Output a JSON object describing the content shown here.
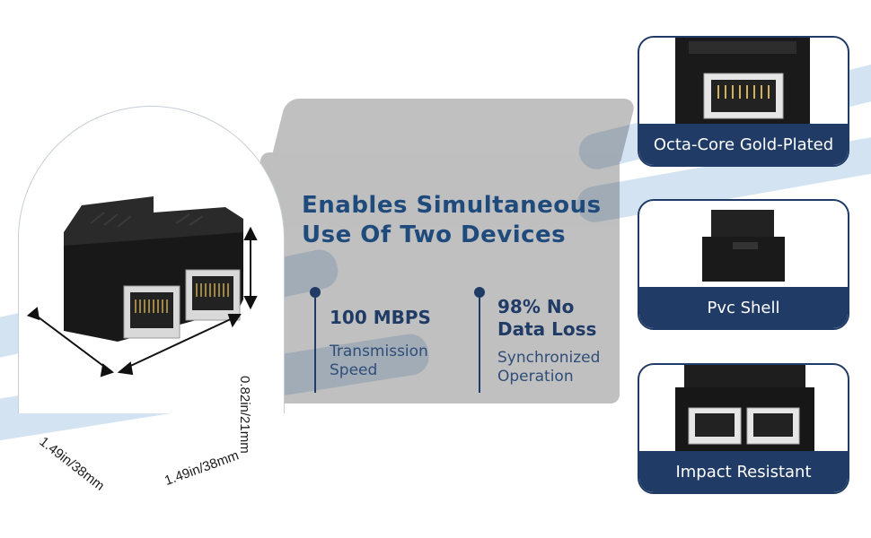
{
  "dimensions": {
    "height": "0.82in/21mm",
    "width_left": "1.49in/38mm",
    "width_right": "1.49in/38mm"
  },
  "headline": {
    "line1": "Enables Simultaneous",
    "line2": "Use Of Two Devices"
  },
  "specs": [
    {
      "value": "100 MBPS",
      "desc_line1": "Transmission",
      "desc_line2": "Speed"
    },
    {
      "value_line1": "98% No",
      "value_line2": "Data Loss",
      "desc_line1": "Synchronized",
      "desc_line2": "Operation"
    }
  ],
  "features": [
    {
      "label": "Octa-Core Gold-Plated"
    },
    {
      "label": "Pvc Shell"
    },
    {
      "label": "Impact Resistant"
    }
  ],
  "colors": {
    "brand_navy": "#1f3b66",
    "headline_blue": "#1f4a7c",
    "cable_blue": "#c9dcef"
  }
}
